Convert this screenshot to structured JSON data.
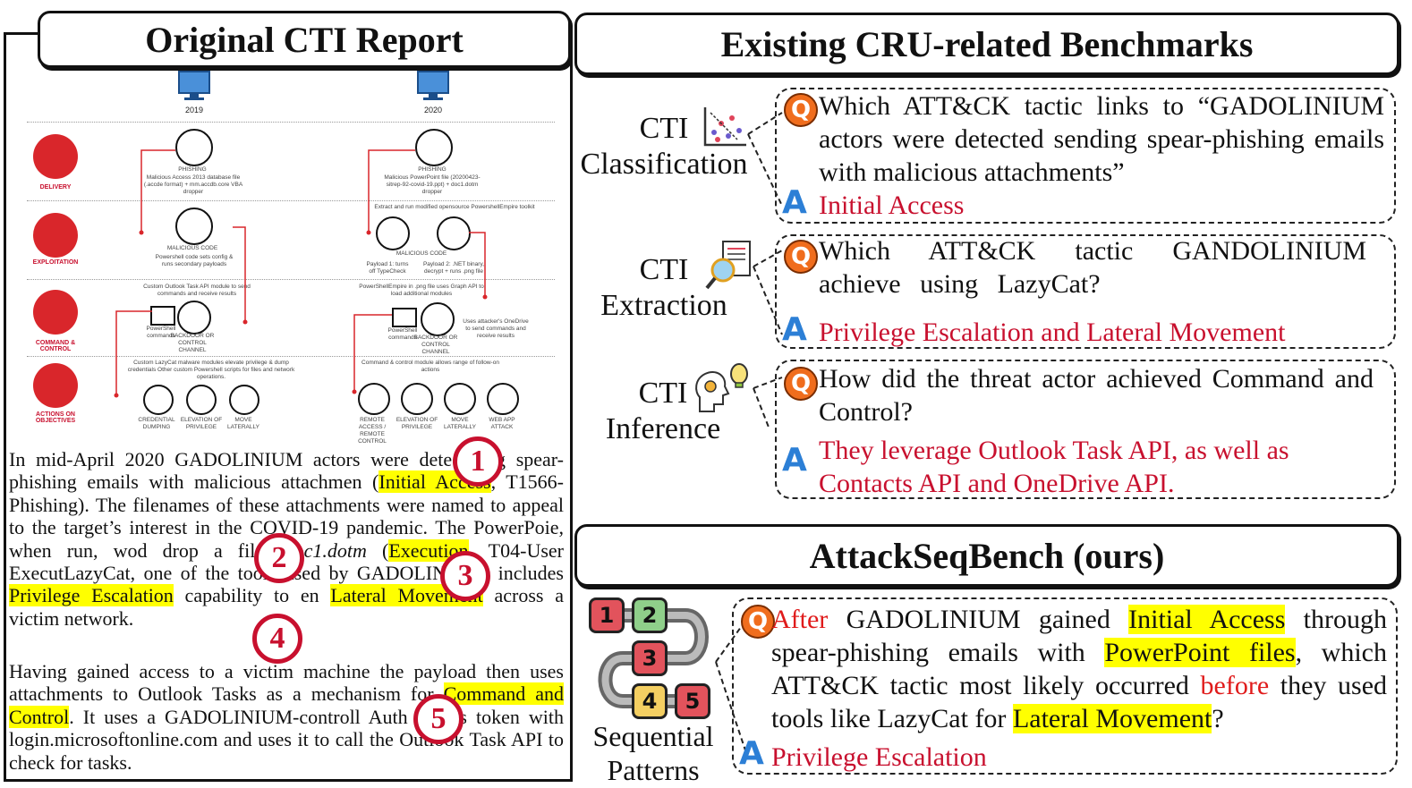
{
  "left": {
    "title": "Original CTI Report",
    "infographic": {
      "years": [
        "2019",
        "2020"
      ],
      "phases": [
        "DELIVERY",
        "EXPLOITATION",
        "COMMAND & CONTROL",
        "ACTIONS ON OBJECTIVES"
      ],
      "notes": {
        "phishing1": "PHISHING",
        "phishing1_desc": "Malicious Access 2013 database file (.accde format) + mm.accdb.core VBA dropper",
        "phishing2": "PHISHING",
        "phishing2_desc": "Malicious PowerPoint file (20200423-sitrep-92-covid-19.ppt) + doc1.dotm dropper",
        "extract_note": "Extract and run modified opensource PowershellEmpire toolkit",
        "mal1": "MALICIOUS CODE",
        "mal1_desc": "Powershell code sets config & runs secondary payloads",
        "mal2": "MALICIOUS CODE",
        "payload1": "Payload 1: turns off TypeCheck",
        "payload2": "Payload 2: .NET binary, decrypt + runs .png file",
        "c2_note1": "Custom Outlook Task API module to send commands and receive results",
        "c2_note2": "PowerShellEmpire in .png file uses Graph API to load additional modules",
        "ps1": "PowerShell commands",
        "backdoor1": "BACKDOOR OR CONTROL CHANNEL",
        "ps2": "PowerShell commands",
        "backdoor2": "BACKDOOR OR CONTROL CHANNEL",
        "onedrive": "Uses attacker's OneDrive to send commands and receive results",
        "lazycat_note": "Custom LazyCat malware modules elevate privilege & dump credentials Other custom Powershell scripts for files and network operations.",
        "c2_range": "Command & control module allows range of follow-on actions",
        "act1": "CREDENTIAL DUMPING",
        "act2": "ELEVATION OF PRIVILEGE",
        "act3": "MOVE LATERALLY",
        "act4": "REMOTE ACCESS / REMOTE CONTROL",
        "act5": "ELEVATION OF PRIVILEGE",
        "act6": "MOVE LATERALLY",
        "act7": "WEB APP ATTACK"
      }
    },
    "para1": {
      "t1": "In mid-April 2020 GADOLINIUM actors were dete",
      "t2": "ending spear-phishing emails with malicious attachmen",
      "t3": " (",
      "h1": "Initial Access",
      "t4": ", T1566-Phishing). The filenames of these attachments were named to appeal to the target’s interest in the COVID-19 pandemic. The PowerPoi",
      "t5": "e, when run, wo",
      "t6": "d drop a file, ",
      "it": "doc1.dotm",
      "t7": " (",
      "h2": "Execution",
      "t8": ", T",
      "t9": "04-User Execut",
      "t10": "LazyCat, one of the tools used by GADOLINIUM, includes ",
      "h3": "Privilege Escalation",
      "t11": " capability to en",
      "t12": " ",
      "h4": "Lateral Movement",
      "t13": " across a victim network."
    },
    "para2": {
      "t1": "Having gained access to a victim machine the payload then uses attachments to Outlook Tasks as a mechanism for ",
      "h1": "Command and Control",
      "t2": ". It uses a GADOLINIUM-controll",
      "t3": "Auth access token with login.microsoftonline.com and uses it to call the Outlook Task API to check for tasks."
    },
    "markers": [
      "1",
      "2",
      "3",
      "4",
      "5"
    ]
  },
  "right": {
    "title1": "Existing CRU-related Benchmarks",
    "title2": "AttackSeqBench (ours)",
    "classification": {
      "label": "CTI Classification",
      "q": "Which ATT&CK tactic links to “GADOLINIUM actors were detected sending spear-phishing emails with malicious attachments”",
      "a": "Initial Access"
    },
    "extraction": {
      "label": "CTI Extraction",
      "q": "Which ATT&CK tactic GANDOLINIUM achieve using LazyCat?",
      "a": "Privilege Escalation and Lateral Movement"
    },
    "inference": {
      "label": "CTI Inference",
      "q": "How did the threat actor achieved Command and Control?",
      "a": "They leverage Outlook Task API, as well as Contacts API and OneDrive API."
    },
    "attackseq": {
      "label": "Sequential Patterns",
      "q": {
        "w1": "After",
        "t1": " GADOLINIUM gained ",
        "h1": "Initial Access",
        "t2": " through spear-phishing emails with ",
        "h2": "PowerPoint files",
        "t3": ", which ATT&CK tactic most likely occurred ",
        "w2": "before",
        "t4": " they used tools like LazyCat for ",
        "h3": "Lateral Movement",
        "t5": "?"
      },
      "a": "Privilege Escalation",
      "seq_numbers": [
        "1",
        "2",
        "3",
        "4",
        "5"
      ],
      "seq_colors": [
        "#e2535c",
        "#8fcf8a",
        "#e2535c",
        "#f4cf62",
        "#e2535c"
      ]
    },
    "q_letter": "Q",
    "a_letter": "A"
  }
}
